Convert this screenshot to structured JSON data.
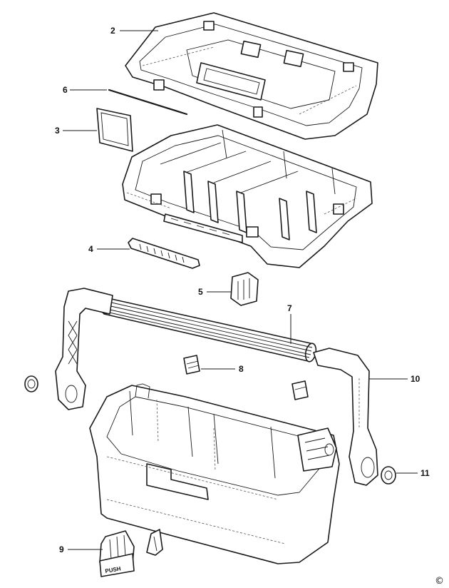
{
  "callouts": [
    {
      "id": "2",
      "label": "2"
    },
    {
      "id": "6",
      "label": "6"
    },
    {
      "id": "3",
      "label": "3"
    },
    {
      "id": "4",
      "label": "4"
    },
    {
      "id": "5",
      "label": "5"
    },
    {
      "id": "7",
      "label": "7"
    },
    {
      "id": "8",
      "label": "8"
    },
    {
      "id": "10",
      "label": "10"
    },
    {
      "id": "11",
      "label": "11"
    },
    {
      "id": "9",
      "label": "9"
    }
  ],
  "latch_stamp": "PUSH",
  "copyright_mark": "©"
}
